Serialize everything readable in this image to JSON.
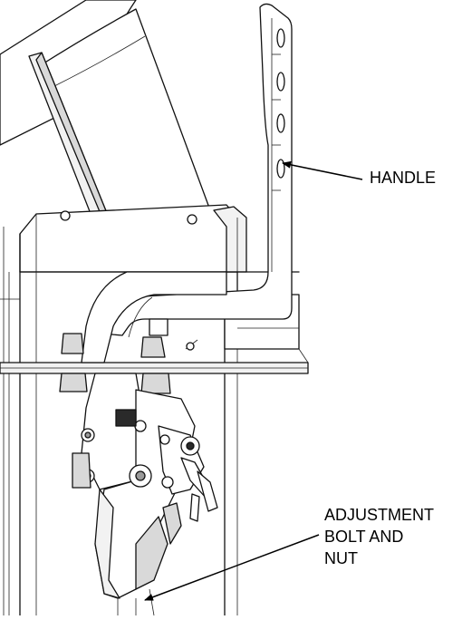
{
  "diagram": {
    "callouts": [
      {
        "id": "handle",
        "lines": [
          "HANDLE"
        ]
      },
      {
        "id": "adjustment",
        "lines": [
          "ADJUSTMENT",
          "BOLT AND",
          "NUT"
        ]
      }
    ]
  }
}
